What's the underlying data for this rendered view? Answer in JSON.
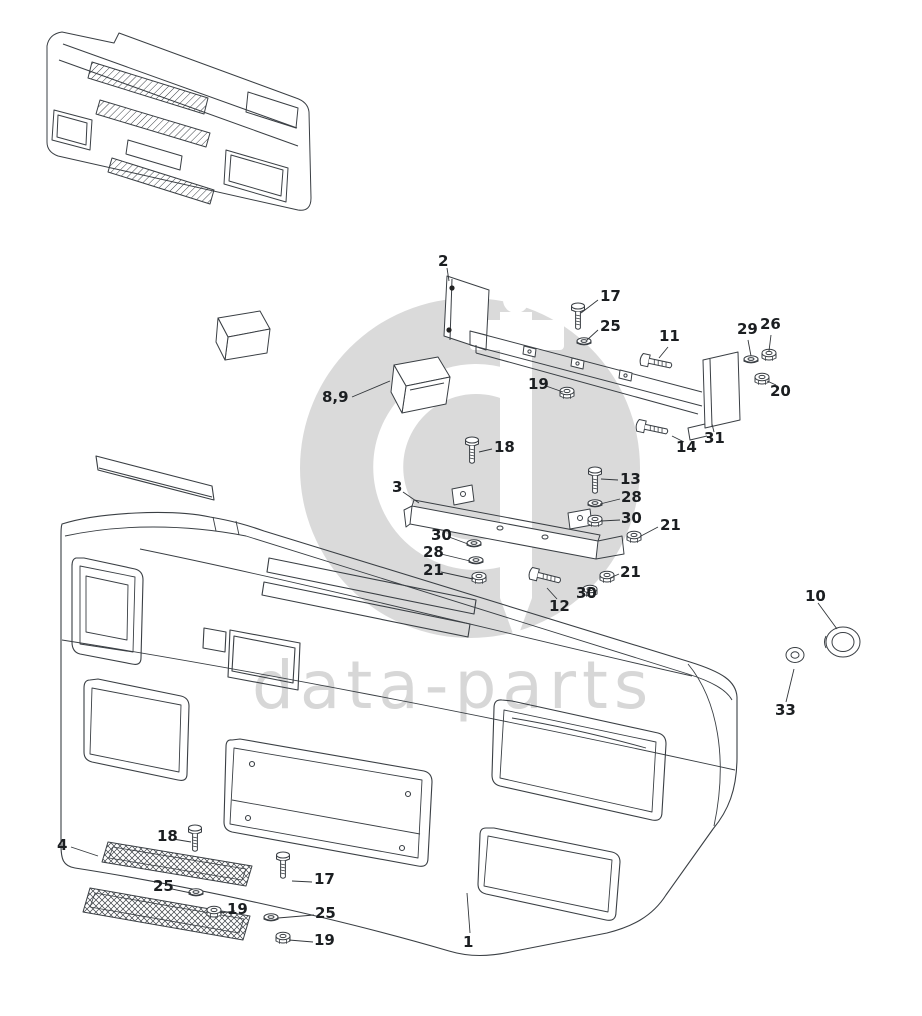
{
  "page": {
    "background": "#ffffff"
  },
  "watermark": {
    "text": "data-parts",
    "logo_color": "#dadada",
    "text_color": "#d7d7d7"
  },
  "diagram": {
    "line_color": "#3a3f44",
    "label_color": "#1b1e21",
    "description": "Exploded parts diagram of truck front bumper assembly with mounting crossmembers, brackets and fasteners"
  },
  "labels": [
    "2",
    "17",
    "25",
    "11",
    "29",
    "26",
    "20",
    "8,9",
    "19",
    "14",
    "31",
    "18",
    "3",
    "13",
    "28",
    "30",
    "21",
    "30",
    "28",
    "21",
    "21",
    "30",
    "12",
    "10",
    "33",
    "4",
    "18",
    "17",
    "25",
    "19",
    "25",
    "19",
    "1"
  ]
}
